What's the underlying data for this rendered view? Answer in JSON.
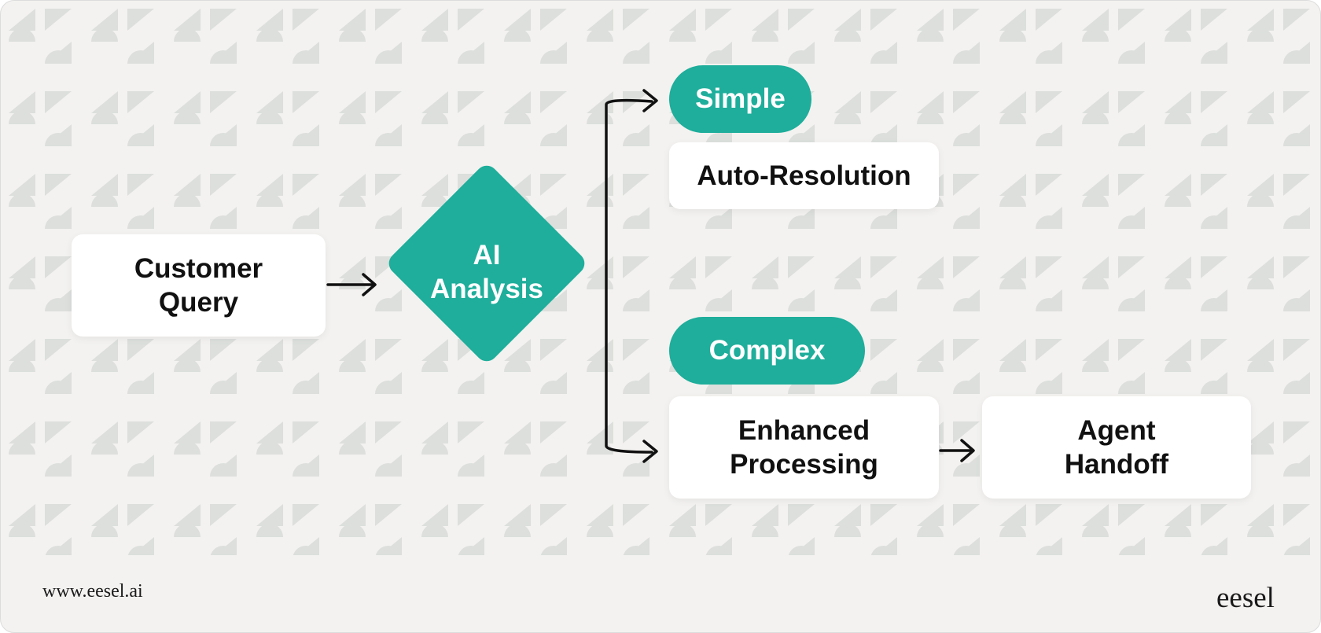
{
  "colors": {
    "background": "#f3f2f0",
    "accent": "#1eae9b",
    "box": "#ffffff",
    "text": "#111111",
    "pattern": "#dcdfdc"
  },
  "background_icon": "zendesk-logo-icon",
  "nodes": {
    "customer_query": {
      "lines": [
        "Customer",
        "Query"
      ]
    },
    "ai_analysis": {
      "lines": [
        "AI",
        "Analysis"
      ]
    },
    "simple_label": "Simple",
    "auto_resolution": "Auto-Resolution",
    "complex_label": "Complex",
    "enhanced_processing": {
      "lines": [
        "Enhanced",
        "Processing"
      ]
    },
    "agent_handoff": {
      "lines": [
        "Agent",
        "Handoff"
      ]
    }
  },
  "footer": {
    "url": "www.eesel.ai",
    "brand": "eesel"
  }
}
